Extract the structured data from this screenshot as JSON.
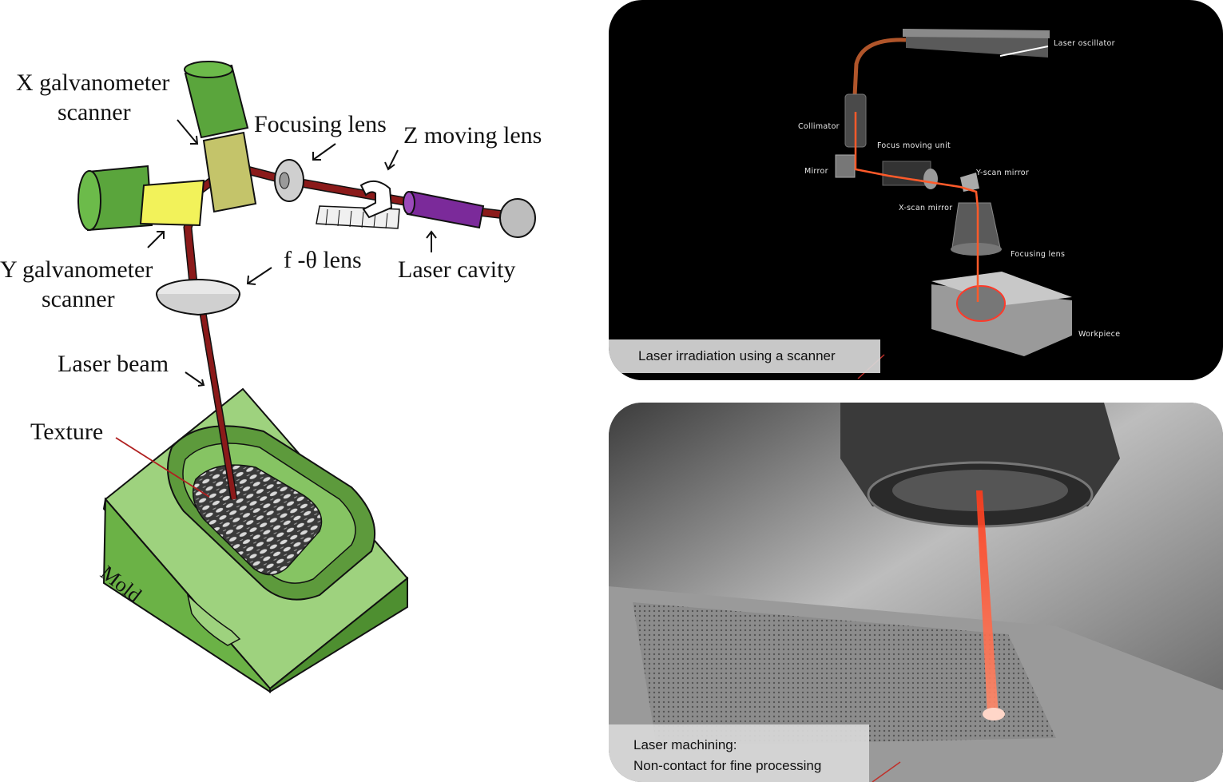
{
  "left_diagram": {
    "labels": {
      "x_scanner_1": "X galvanometer",
      "x_scanner_2": "scanner",
      "focusing_lens": "Focusing lens",
      "z_lens": "Z moving lens",
      "y_scanner_1": "Y galvanometer",
      "y_scanner_2": "scanner",
      "f_theta": "f -θ lens",
      "laser_cavity": "Laser cavity",
      "laser_beam": "Laser beam",
      "texture": "Texture",
      "mold": "Mold"
    },
    "colors": {
      "beam": "#8b1a1a",
      "mold": "#7cc257",
      "scanner_green": "#5aa53c",
      "y_mirror": "#f2f25a",
      "x_mirror": "#c4c46a",
      "cavity": "#7b2a9a"
    }
  },
  "top_panel": {
    "labels": {
      "laser_oscillator": "Laser oscillator",
      "collimator": "Collimator",
      "focus_moving_unit": "Focus moving unit",
      "mirror": "Mirror",
      "y_scan_mirror": "Y-scan mirror",
      "x_scan_mirror": "X-scan mirror",
      "focusing_lens": "Focusing lens",
      "workpiece": "Workpiece"
    },
    "caption": "Laser irradiation using a scanner",
    "colors": {
      "background": "#000000",
      "beam": "#ff5a2a"
    }
  },
  "bottom_panel": {
    "caption_line1": "Laser machining:",
    "caption_line2": "Non-contact for fine processing",
    "colors": {
      "beam": "#ff4a2a"
    }
  }
}
